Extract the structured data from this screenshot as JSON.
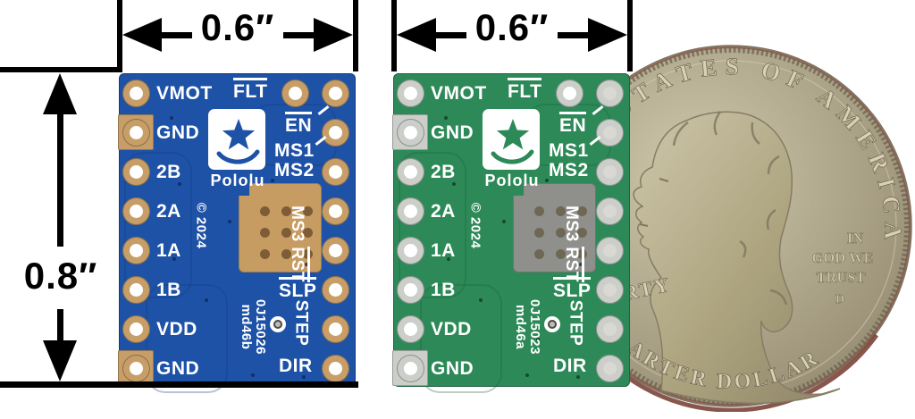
{
  "dimensions": {
    "width_label_1": "0.6″",
    "width_label_2": "0.6″",
    "height_label": "0.8″"
  },
  "boards": [
    {
      "name": "blue carrier board",
      "board_color": "#1e52a6",
      "trace_color": "#123c7e",
      "dot_color": "#0d2b5c",
      "ring_color": "#c79e68",
      "hole_center": "#ffffff",
      "right_hole_center": "#ffffff",
      "pad_color": "#c79c63",
      "pad_hole_color": "#7d5c36",
      "left_pins": [
        "VMOT",
        "GND",
        "2B",
        "2A",
        "1A",
        "1B",
        "VDD",
        "GND"
      ],
      "flt_label": "FLT",
      "en_label": "EN",
      "ms1_label": "MS1",
      "ms2_label": "MS2",
      "ms3_label": "MS3",
      "rst_label": "RST",
      "slp_label": "SLP",
      "step_label": "STEP",
      "dir_label": "DIR",
      "logo_text": "Pololu",
      "copyright_text": "© 2024",
      "part_number": "0J15026",
      "version_code": "md46b"
    },
    {
      "name": "green carrier board",
      "board_color": "#2d8a58",
      "trace_color": "#16603c",
      "dot_color": "#0f3f28",
      "ring_color": "#cbcec9",
      "hole_center": "#ffffff",
      "right_hole_center": "#d9d8d3",
      "pad_color": "#8f908c",
      "pad_hole_color": "#6e6753",
      "left_pins": [
        "VMOT",
        "GND",
        "2B",
        "2A",
        "1A",
        "1B",
        "VDD",
        "GND"
      ],
      "flt_label": "FLT",
      "en_label": "EN",
      "ms1_label": "MS1",
      "ms2_label": "MS2",
      "ms3_label": "MS3",
      "rst_label": "RST",
      "slp_label": "SLP",
      "step_label": "STEP",
      "dir_label": "DIR",
      "logo_text": "Pololu",
      "copyright_text": "© 2024",
      "part_number": "0J15023",
      "version_code": "md46a"
    }
  ],
  "coin": {
    "top_text": "STATES OF AMERICA",
    "bottom_text": "ARTER DOLLAR",
    "liberty_text": "RTY",
    "motto_line1": "IN",
    "motto_line2": "GOD WE",
    "motto_line3": "TRUST",
    "mint_mark": "D",
    "face_color": "#b3ab8f",
    "edge_color": "#7b4438"
  }
}
